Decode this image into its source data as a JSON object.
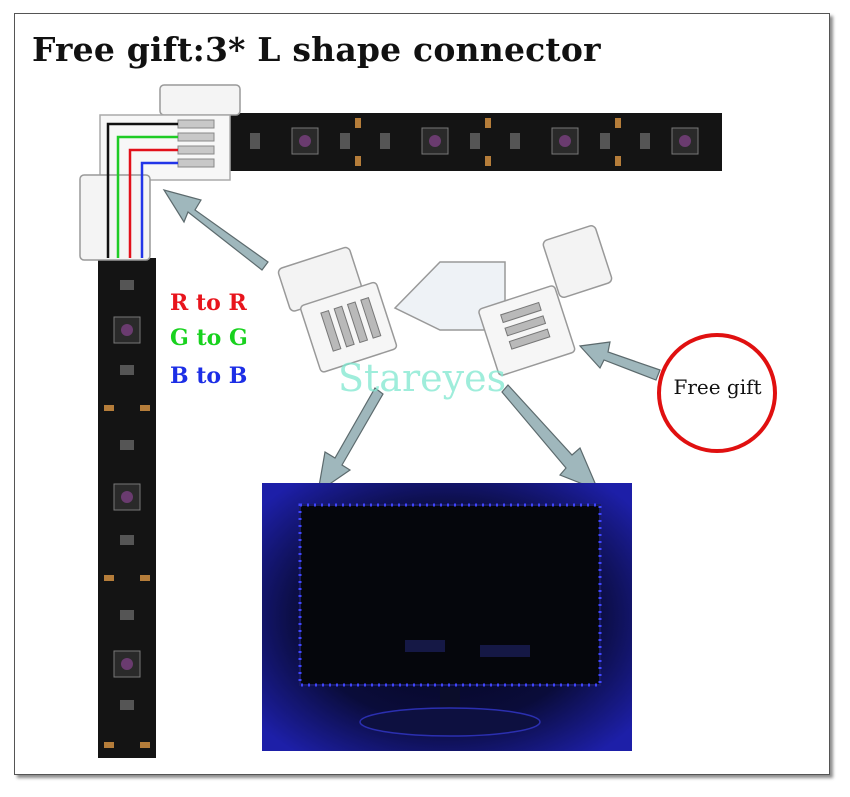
{
  "title": "Free gift:3* L shape connector",
  "legend": {
    "red": {
      "text": "R to R",
      "color": "#e8141c"
    },
    "green": {
      "text": "G to G",
      "color": "#18d21e"
    },
    "blue": {
      "text": "B to B",
      "color": "#1c2ee6"
    }
  },
  "free_gift_label": "Free gift",
  "watermark": "Stareyes",
  "colors": {
    "strip": "#141414",
    "circle": "#e01010",
    "arrow": "#9fb7bc",
    "led_glow": "#3a3cf0"
  }
}
